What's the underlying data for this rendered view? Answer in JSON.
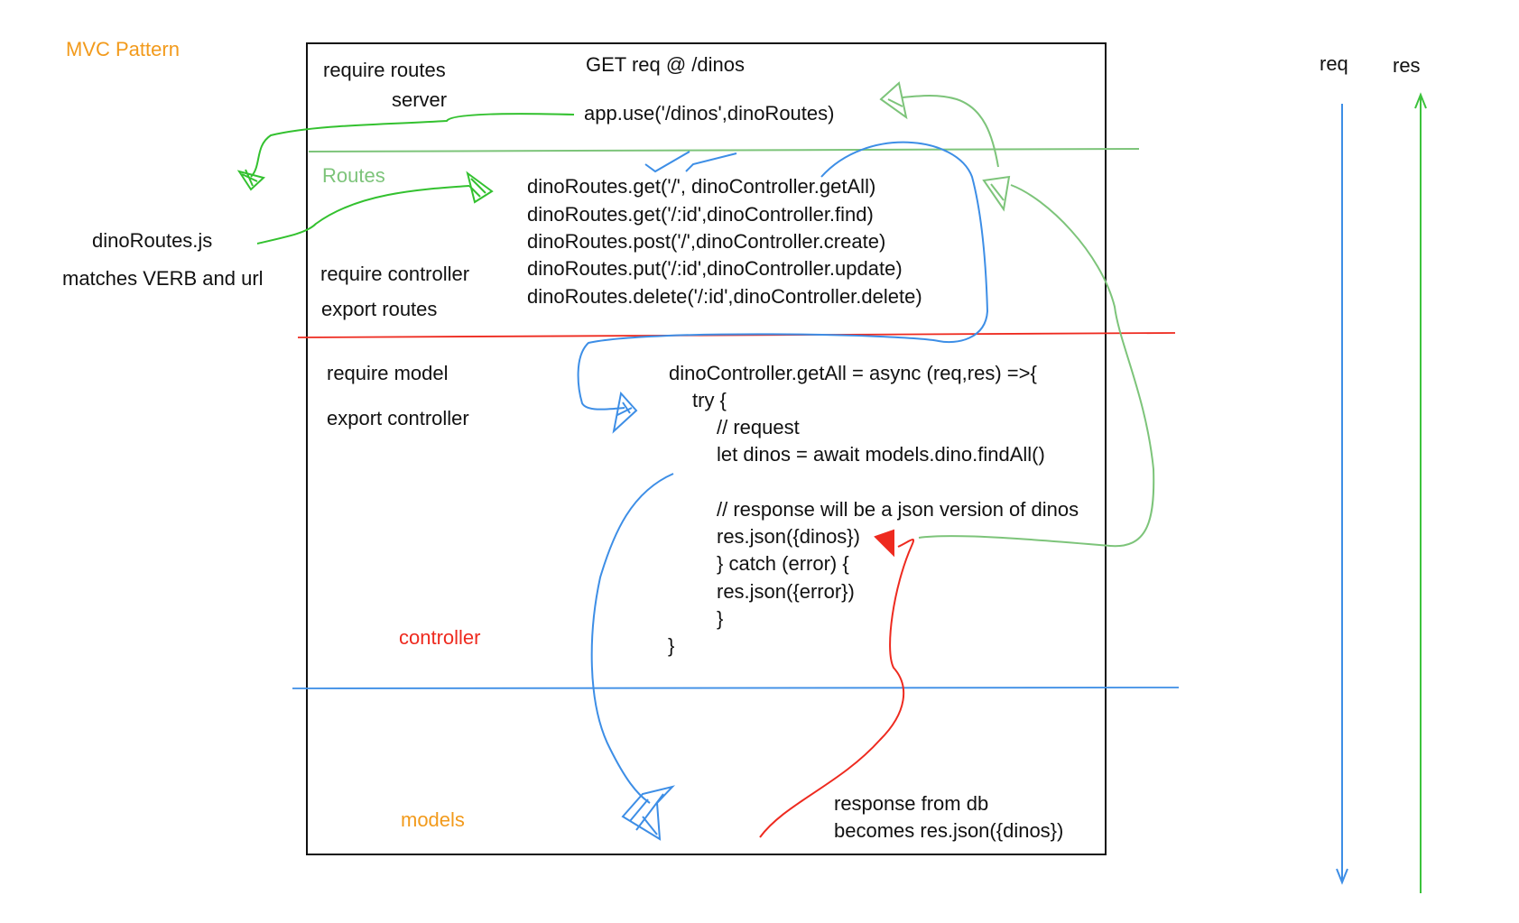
{
  "title": "MVC Pattern",
  "colors": {
    "title": "#f29a1b",
    "routes": "#7dc47a",
    "controller": "#ee2a1f",
    "models": "#f29a1b",
    "req_arrow": "#3d8ee6",
    "res_arrow": "#3cc23c"
  },
  "server": {
    "require_routes": "require routes",
    "label": "server",
    "request": "GET req @ /dinos",
    "app_use": "app.use('/dinos',dinoRoutes)"
  },
  "routes": {
    "label": "Routes",
    "require_controller": "require controller",
    "export_routes": "export routes",
    "lines": [
      "dinoRoutes.get('/', dinoController.getAll)",
      "dinoRoutes.get('/:id',dinoController.find)",
      "dinoRoutes.post('/',dinoController.create)",
      "dinoRoutes.put('/:id',dinoController.update)",
      "dinoRoutes.delete('/:id',dinoController.delete)"
    ]
  },
  "side_notes": {
    "file": "dinoRoutes.js",
    "matches": "matches VERB and url"
  },
  "controller": {
    "label": "controller",
    "require_model": "require model",
    "export_controller": "export controller",
    "code": [
      "dinoController.getAll = async (req,res) =>{",
      "try {",
      "// request",
      "let dinos = await models.dino.findAll()",
      "// response will be a json version of dinos",
      "res.json({dinos})",
      "} catch (error) {",
      "res.json({error})",
      "}",
      "}"
    ]
  },
  "models": {
    "label": "models",
    "response_line1": "response from db",
    "response_line2": "becomes res.json({dinos})"
  },
  "legend": {
    "req": "req",
    "res": "res"
  }
}
